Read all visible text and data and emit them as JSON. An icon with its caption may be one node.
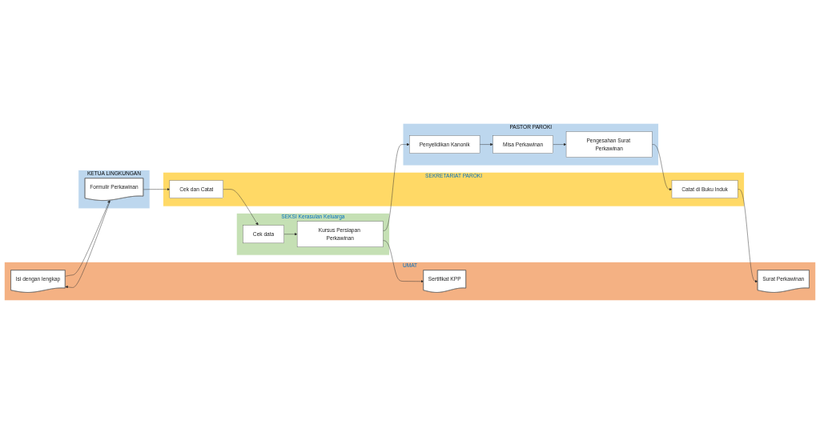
{
  "diagram": {
    "nodes": [
      {
        "text": [
          "UMAT"
        ]
      },
      {
        "text": [
          "KETUA LINGKUNGAN"
        ]
      },
      {
        "text": [
          "SEKRETARIAT PAROKI"
        ]
      },
      {
        "text": [
          "SEKSI Kerasulan Keluarga"
        ]
      },
      {
        "text": [
          "PASTOR PAROKI"
        ]
      },
      {
        "text": [
          "Isi dengan lengkap"
        ],
        "in": 0
      },
      {
        "text": [
          "Sertifikat KPP"
        ],
        "in": 0
      },
      {
        "text": [
          "Surat Perkawinan"
        ],
        "in": 0
      },
      {
        "text": [
          "Formulir Perkawinan"
        ],
        "in": 1
      },
      {
        "text": [
          "Cek dan Catat"
        ],
        "in": 2
      },
      {
        "text": [
          "Catat di Buku Induk"
        ],
        "in": 2
      },
      {
        "text": [
          "Cek data"
        ],
        "in": 3
      },
      {
        "text": [
          "Kursus Persiapan Perkawinan"
        ],
        "in": 3
      },
      {
        "text": [
          "Penyelidikan Kanonik"
        ],
        "in": 4
      },
      {
        "text": [
          "Misa Perkawinan"
        ],
        "in": 4
      },
      {
        "text": [
          "Pengesahan Surat Perkawinan"
        ],
        "in": 4
      }
    ],
    "edges": [
      {
        "from": 8,
        "to": 5,
        "arrow": "to"
      },
      {
        "from": 5,
        "to": 8,
        "arrow": "to"
      },
      {
        "from": 8,
        "to": 9,
        "arrow": "to"
      },
      {
        "from": 9,
        "to": 11,
        "arrow": "to"
      },
      {
        "from": 11,
        "to": 12,
        "arrow": "to"
      },
      {
        "from": 12,
        "to": 6,
        "arrow": "to"
      },
      {
        "from": 12,
        "to": 13,
        "arrow": "to"
      },
      {
        "from": 13,
        "to": 14,
        "arrow": "to"
      },
      {
        "from": 14,
        "to": 15,
        "arrow": "to"
      },
      {
        "from": 15,
        "to": 10,
        "arrow": "to"
      },
      {
        "from": 10,
        "to": 7,
        "arrow": "to"
      }
    ]
  }
}
